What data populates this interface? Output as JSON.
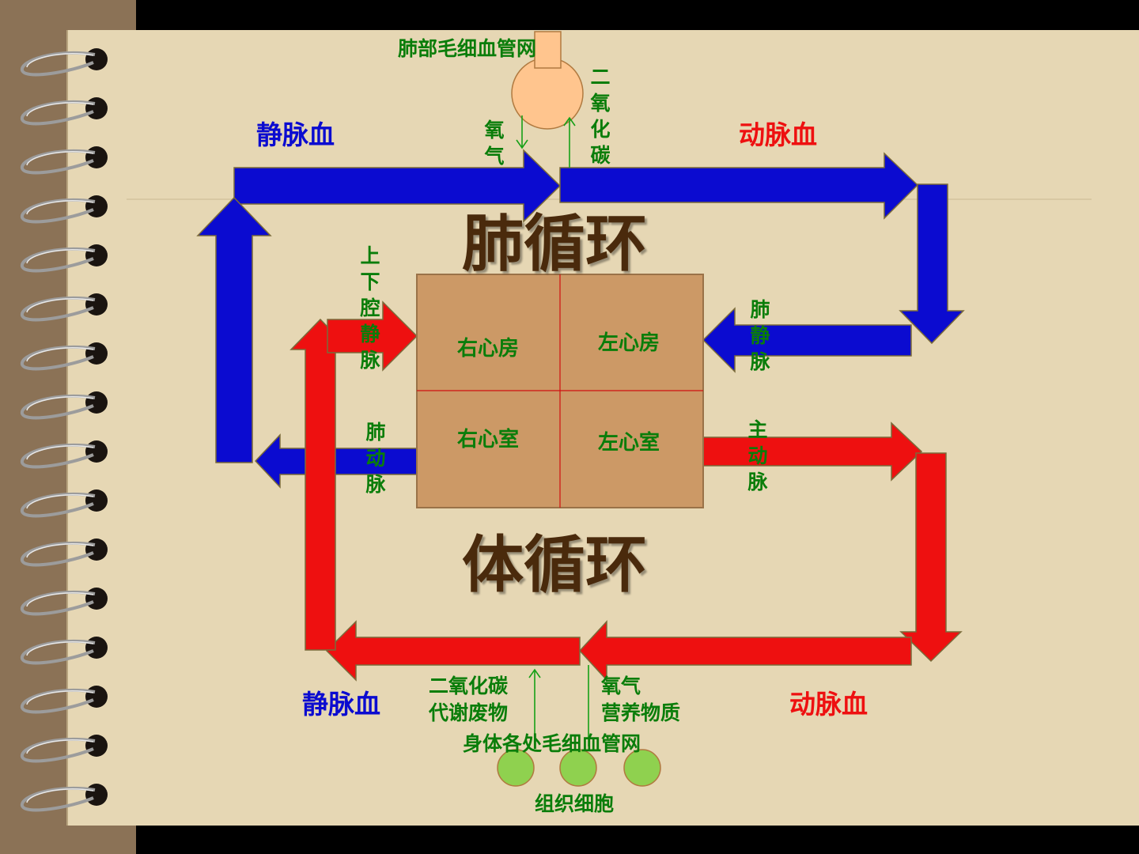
{
  "pulmonary": {
    "title": "肺循环",
    "capillary_label": "肺部毛细血管网",
    "oxygen_label": "氧气",
    "co2_label": "二氧化碳",
    "venous_label": "静脉血",
    "arterial_label": "动脉血",
    "pulmonary_vein_label": "肺静脉",
    "pulmonary_artery_label": "肺动脉"
  },
  "heart": {
    "right_atrium": "右心房",
    "left_atrium": "左心房",
    "right_ventricle": "右心室",
    "left_ventricle": "左心室"
  },
  "systemic": {
    "title": "体循环",
    "aorta_label": "主动脉",
    "vena_cava_label": "上下腔静脉",
    "venous_label": "静脉血",
    "arterial_label": "动脉血",
    "co2_waste_line1": "二氧化碳",
    "co2_waste_line2": "代谢废物",
    "oxygen_nutrients_line1": "氧气",
    "oxygen_nutrients_line2": "营养物质",
    "capillary_label": "身体各处毛细血管网",
    "tissue_cells_label": "组织细胞"
  },
  "colors": {
    "venous": "#0b0bd0",
    "arterial": "#ee1010",
    "label_green": "#0a7d0a",
    "heart_fill": "#cc9966",
    "paper": "#e6d7b4",
    "binding": "#8b7256"
  }
}
